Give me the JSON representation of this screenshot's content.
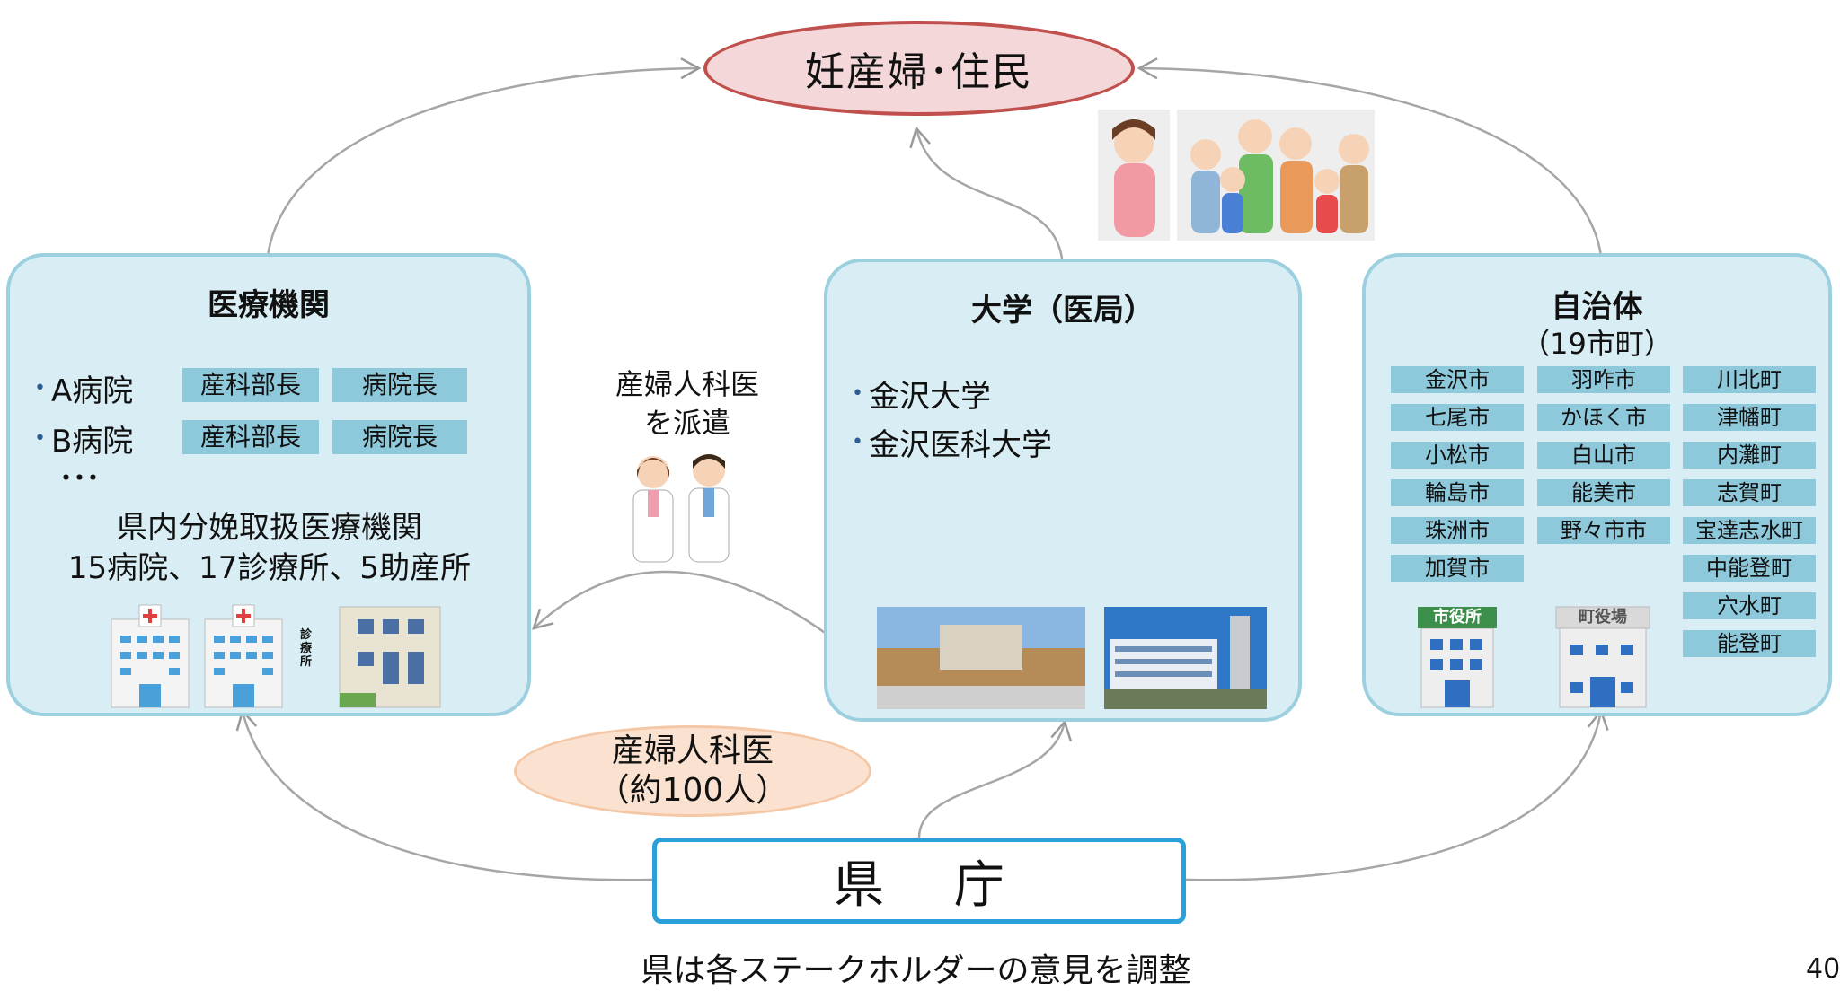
{
  "top_node": "妊産婦･住民",
  "medical": {
    "title": "医療機関",
    "hospitals": [
      {
        "name": "A病院",
        "roles": [
          "産科部長",
          "病院長"
        ]
      },
      {
        "name": "B病院",
        "roles": [
          "産科部長",
          "病院長"
        ]
      }
    ],
    "ellipsis": "･･･",
    "summary_line1": "県内分娩取扱医療機関",
    "summary_line2": "15病院、17診療所、5助産所",
    "clinic_sign": "診療所"
  },
  "university": {
    "title": "大学（医局）",
    "items": [
      "金沢大学",
      "金沢医科大学"
    ]
  },
  "municipality": {
    "title": "自治体",
    "subtitle": "（19市町）",
    "col1": [
      "金沢市",
      "七尾市",
      "小松市",
      "輪島市",
      "珠洲市",
      "加賀市"
    ],
    "col2": [
      "羽咋市",
      "かほく市",
      "白山市",
      "能美市",
      "野々市市"
    ],
    "col3": [
      "川北町",
      "津幡町",
      "内灘町",
      "志賀町",
      "宝達志水町",
      "中能登町",
      "穴水町",
      "能登町"
    ],
    "city_office_sign": "市役所",
    "town_office_sign": "町役場"
  },
  "dispatch_label_line1": "産婦人科医",
  "dispatch_label_line2": "を派遣",
  "doctors_line1": "産婦人科医",
  "doctors_line2": "（約100人）",
  "prefecture": "県 庁",
  "caption": "県は各ステークホルダーの意見を調整",
  "page_number": "40"
}
